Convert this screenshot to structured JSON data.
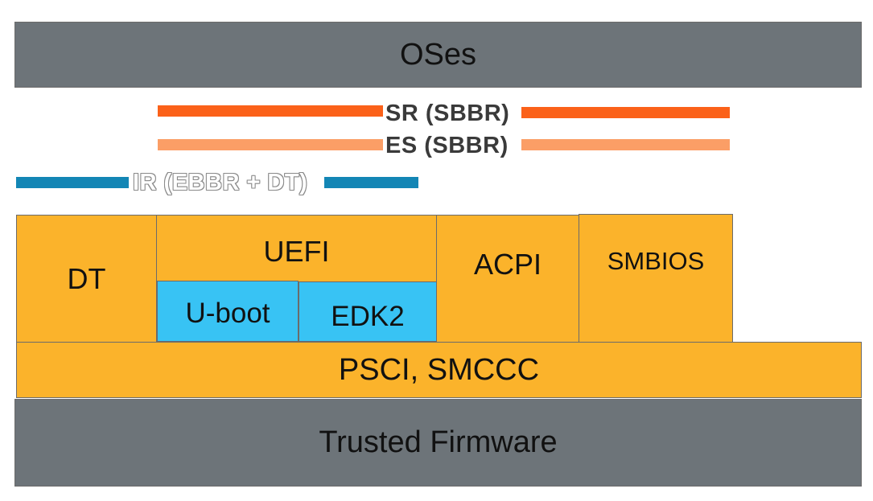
{
  "layers": {
    "oses": "OSes",
    "trusted_firmware": "Trusted Firmware",
    "psci": "PSCI, SMCCC",
    "dt": "DT",
    "uefi": "UEFI",
    "uboot": "U-boot",
    "edk2": "EDK2",
    "acpi": "ACPI",
    "smbios": "SMBIOS"
  },
  "specs": {
    "sr": "SR (SBBR)",
    "es": "ES (SBBR)",
    "ir": "IR (EBBR + DT)"
  },
  "colors": {
    "gray": "#6d7479",
    "orange_block": "#fbb32b",
    "blue_block": "#38c3f4",
    "sr_line": "#fb6119",
    "es_line": "#fb9e66",
    "ir_line": "#1386b5"
  }
}
